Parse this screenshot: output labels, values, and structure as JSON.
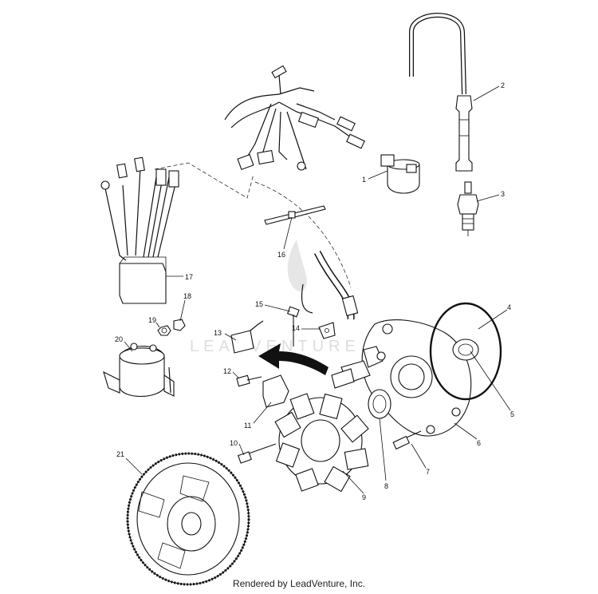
{
  "diagram": {
    "callouts": [
      {
        "id": "1",
        "label": "1"
      },
      {
        "id": "2",
        "label": "2"
      },
      {
        "id": "3",
        "label": "3"
      },
      {
        "id": "4",
        "label": "4"
      },
      {
        "id": "5",
        "label": "5"
      },
      {
        "id": "6",
        "label": "6"
      },
      {
        "id": "7",
        "label": "7"
      },
      {
        "id": "8",
        "label": "8"
      },
      {
        "id": "9",
        "label": "9"
      },
      {
        "id": "10",
        "label": "10"
      },
      {
        "id": "11",
        "label": "11"
      },
      {
        "id": "12",
        "label": "12"
      },
      {
        "id": "13",
        "label": "13"
      },
      {
        "id": "14",
        "label": "14"
      },
      {
        "id": "15",
        "label": "15"
      },
      {
        "id": "16",
        "label": "16"
      },
      {
        "id": "17",
        "label": "17"
      },
      {
        "id": "18",
        "label": "18"
      },
      {
        "id": "19",
        "label": "19"
      },
      {
        "id": "20",
        "label": "20"
      },
      {
        "id": "21",
        "label": "21"
      }
    ],
    "watermark": "LEADVENTURE"
  },
  "footer": {
    "credit": "Rendered by LeadVenture, Inc."
  }
}
